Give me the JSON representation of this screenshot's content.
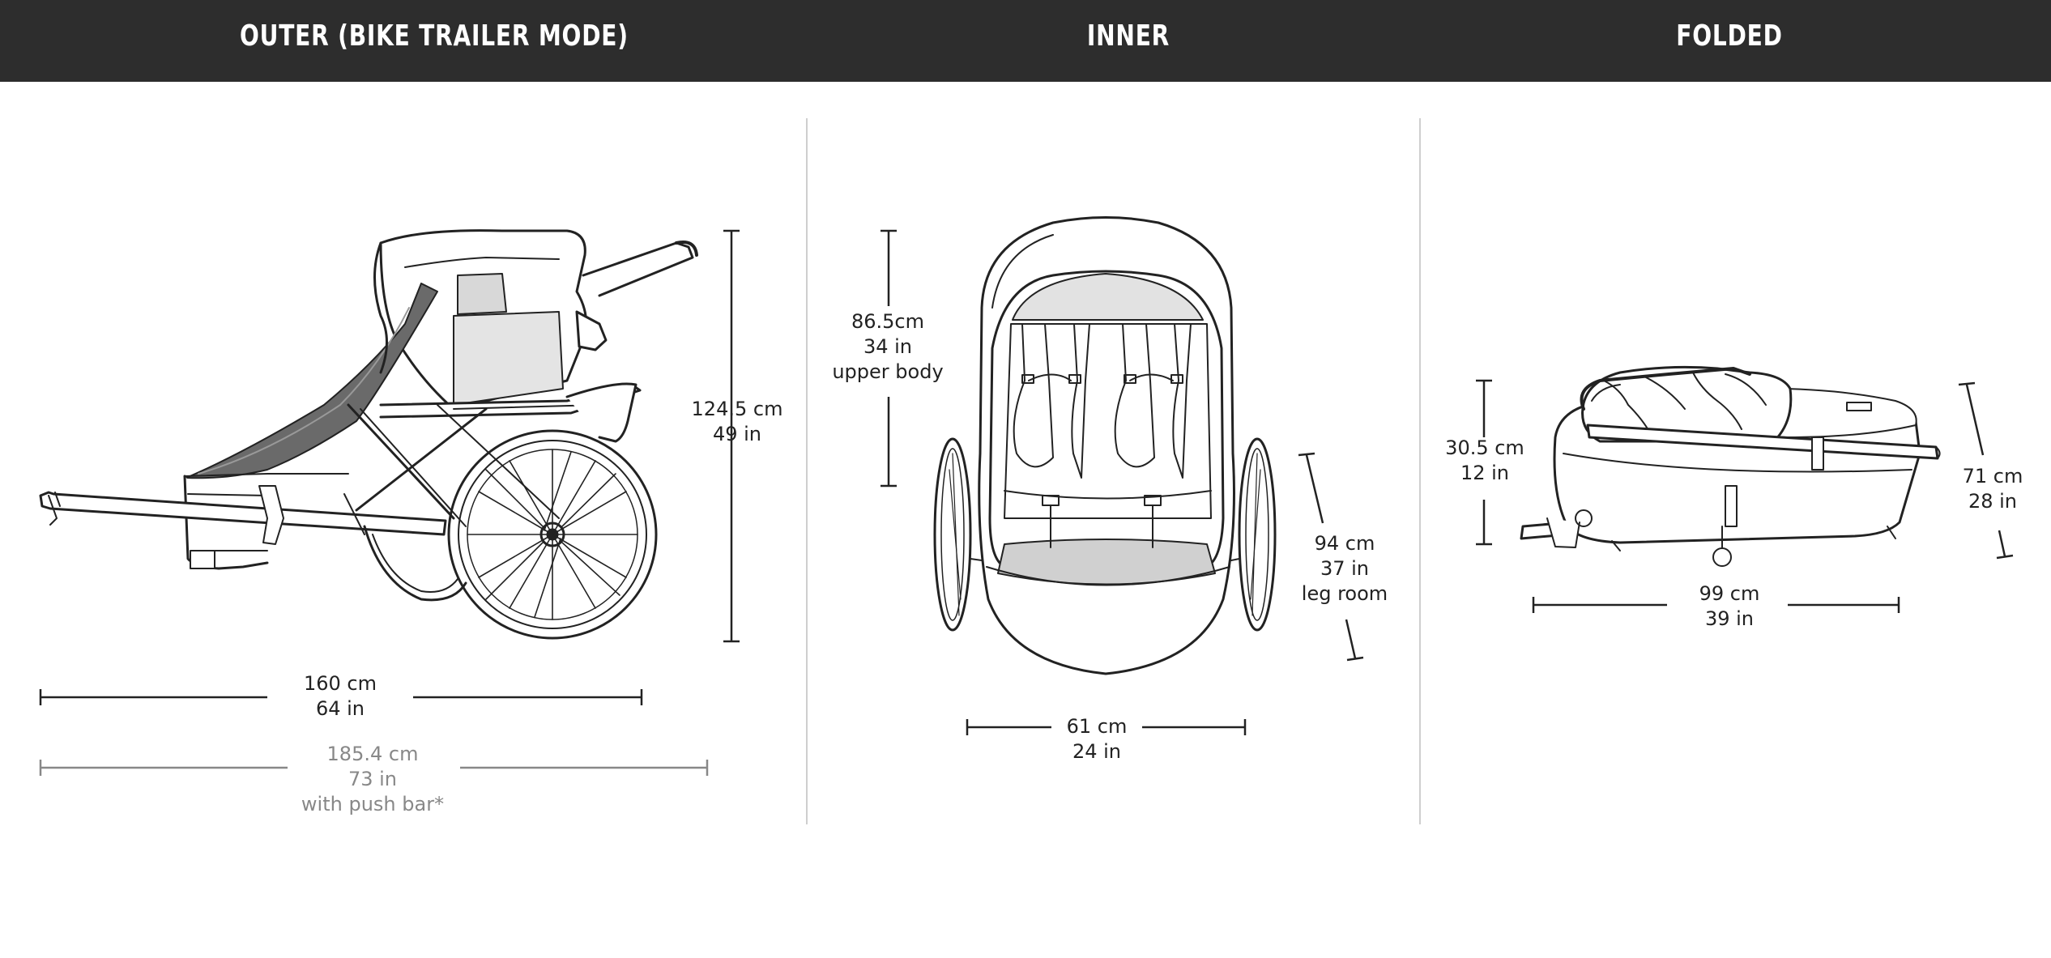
{
  "header": {
    "outer_title": "OUTER (BIKE TRAILER MODE)",
    "inner_title": "INNER",
    "folded_title": "FOLDED",
    "background": "#2d2d2d"
  },
  "outer": {
    "height": {
      "cm": "124.5 cm",
      "in": "49 in"
    },
    "length": {
      "cm": "160 cm",
      "in": "64 in"
    },
    "length_push_bar": {
      "cm": "185.4 cm",
      "in": "73 in",
      "note": "with push bar*"
    }
  },
  "inner": {
    "upper_body": {
      "cm": "86.5cm",
      "in": "34 in",
      "note": "upper body"
    },
    "leg_room": {
      "cm": "94 cm",
      "in": "37 in",
      "note": "leg room"
    },
    "width": {
      "cm": "61 cm",
      "in": "24 in"
    }
  },
  "folded": {
    "height": {
      "cm": "30.5 cm",
      "in": "12 in"
    },
    "diagonal": {
      "cm": "71 cm",
      "in": "28  in"
    },
    "length": {
      "cm": "99 cm",
      "in": "39 in"
    }
  },
  "colors": {
    "line": "#222222",
    "grey_line": "#888888",
    "divider": "#cfcfcf"
  }
}
